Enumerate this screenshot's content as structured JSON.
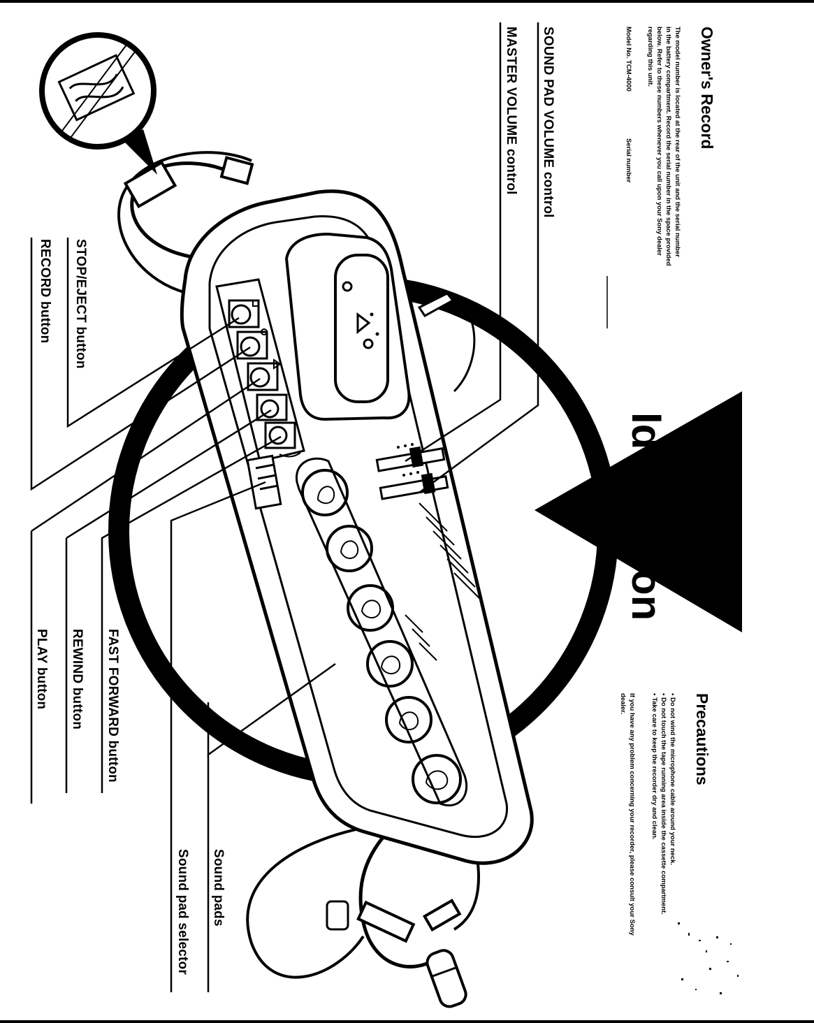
{
  "owners_record": {
    "heading": "Owner's Record",
    "lines": [
      "The model number is located at the rear of the unit and the serial number",
      "in the battery compartment. Record the serial number in the space provided",
      "below. Refer to these numbers whenever you call upon your Sony dealer",
      "regarding this unit."
    ],
    "model_label": "Model No.  TCM-4000",
    "serial_label": "Serial number"
  },
  "labels": {
    "sound_pad_volume": "SOUND PAD VOLUME control",
    "master_volume": "MASTER VOLUME control",
    "stop_eject": "STOP/EJECT button",
    "record": "RECORD button",
    "fast_forward": "FAST FORWARD button",
    "rewind": "REWIND button",
    "play": "PLAY button",
    "sound_pads": "Sound pads",
    "sound_pad_selector": "Sound pad selector"
  },
  "title": {
    "left_fragment": "Id",
    "right_fragment": "on"
  },
  "precautions": {
    "heading": "Precautions",
    "items": [
      "• Do not wind the microphone cable around your neck.",
      "• Do not touch the tape running area inside the cassette compartment.",
      "• Take care to keep the recorder dry and clean."
    ],
    "note_lines": [
      "If you have any problem concerning your recorder, please consult your Sony",
      "dealer."
    ]
  },
  "colors": {
    "ink": "#000000",
    "paper": "#ffffff"
  }
}
